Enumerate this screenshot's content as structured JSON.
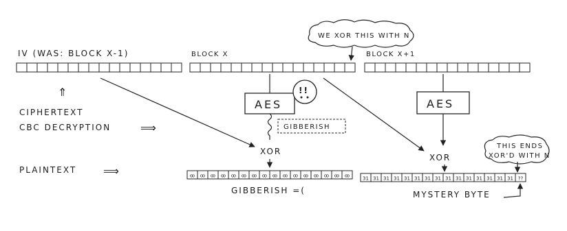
{
  "labels": {
    "iv": "IV (WAS: BLOCK X-1)",
    "block_x": "BLOCK X",
    "block_x1": "BLOCK X+1",
    "callout_top": "WE XOR THIS WITH N",
    "callout_right_line1": "THIS ENDS",
    "callout_right_line2": "XOR'D WITH N",
    "aes_left": "AES",
    "aes_right": "AES",
    "exclaim": "!!",
    "gibberish_box": "GIBBERISH",
    "xor_left": "XOR",
    "xor_right": "XOR",
    "ciphertext": "CIPHERTEXT",
    "cbc_decryption": "CBC DECRYPTION",
    "plaintext": "PLAINTEXT",
    "gibberish_caption": "GIBBERISH =(",
    "mystery_byte": "MYSTERY BYTE",
    "up_arrow": "⇑",
    "right_arrow": "⟹"
  },
  "cells": {
    "gibberish_glyph": "ꝏ",
    "plain_value": "31",
    "plain_last": "??"
  }
}
